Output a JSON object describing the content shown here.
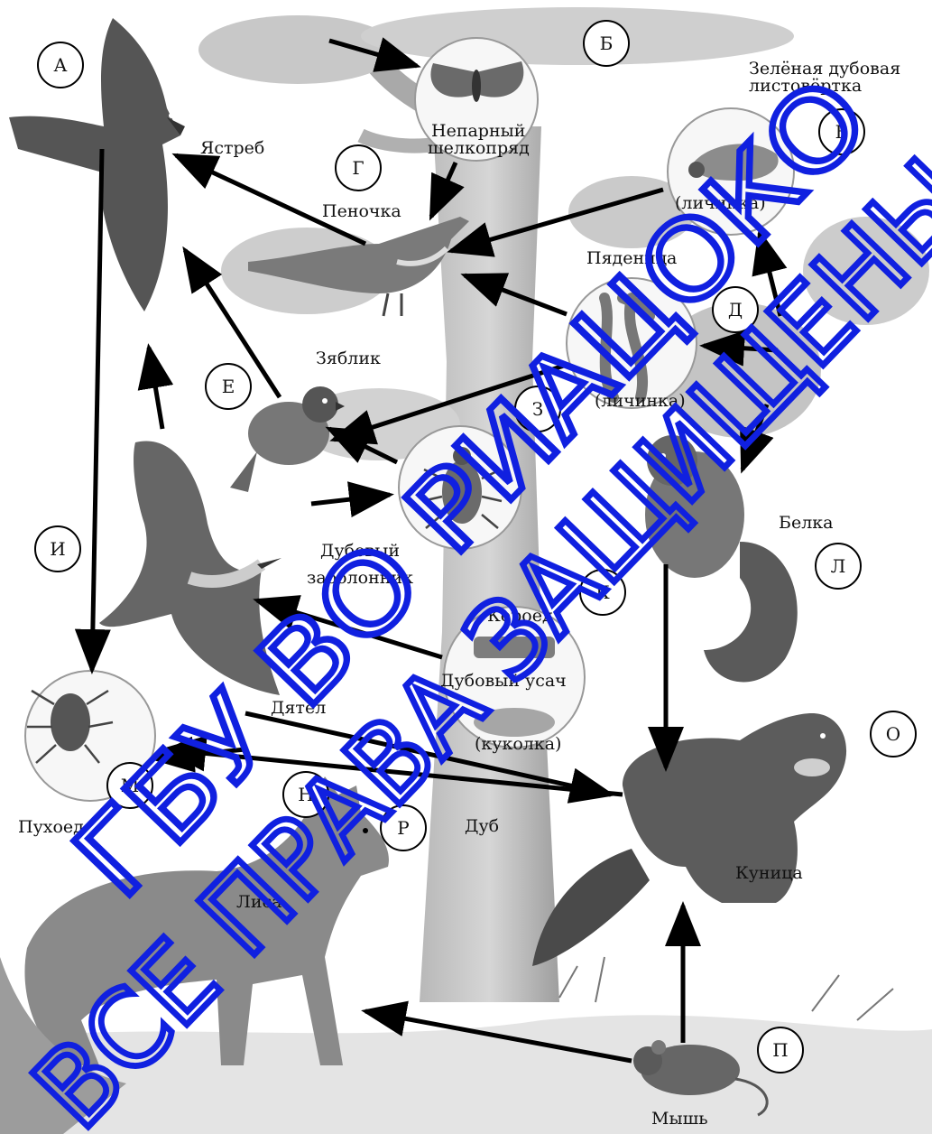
{
  "diagram": {
    "organisms": {
      "hawk": "Ястреб",
      "moth": [
        "Непарный",
        "шелкопряд"
      ],
      "leafroller_title": [
        "Зелёная дубовая",
        "листовёртка"
      ],
      "leafroller_stage": "(личинка)",
      "warbler": "Пеночка",
      "geometrid": "Пяденица",
      "geometrid_stage": "(личинка)",
      "finch": "Зяблик",
      "sapwood_beetle": [
        "Дубовый",
        "заболонник"
      ],
      "squirrel": "Белка",
      "bark_beetle": "Короед",
      "longhorn": "Дубовый усач",
      "longhorn_stage": "(куколка)",
      "woodpecker": "Дятел",
      "mite": "Пухоед",
      "oak": "Дуб",
      "marten": "Куница",
      "fox": "Лиса",
      "mouse": "Мышь"
    },
    "letters": {
      "A": "А",
      "B": "Б",
      "V": "В",
      "G": "Г",
      "D": "Д",
      "E": "Е",
      "Z": "З",
      "I": "И",
      "K": "К",
      "L": "Л",
      "M": "М",
      "N": "Н",
      "O": "О",
      "P": "П",
      "R": "Р"
    },
    "watermark": [
      "ГБУ ВО РИАЦОКО",
      "ВСЕ ПРАВА ЗАЩИЩЕНЫ"
    ]
  }
}
